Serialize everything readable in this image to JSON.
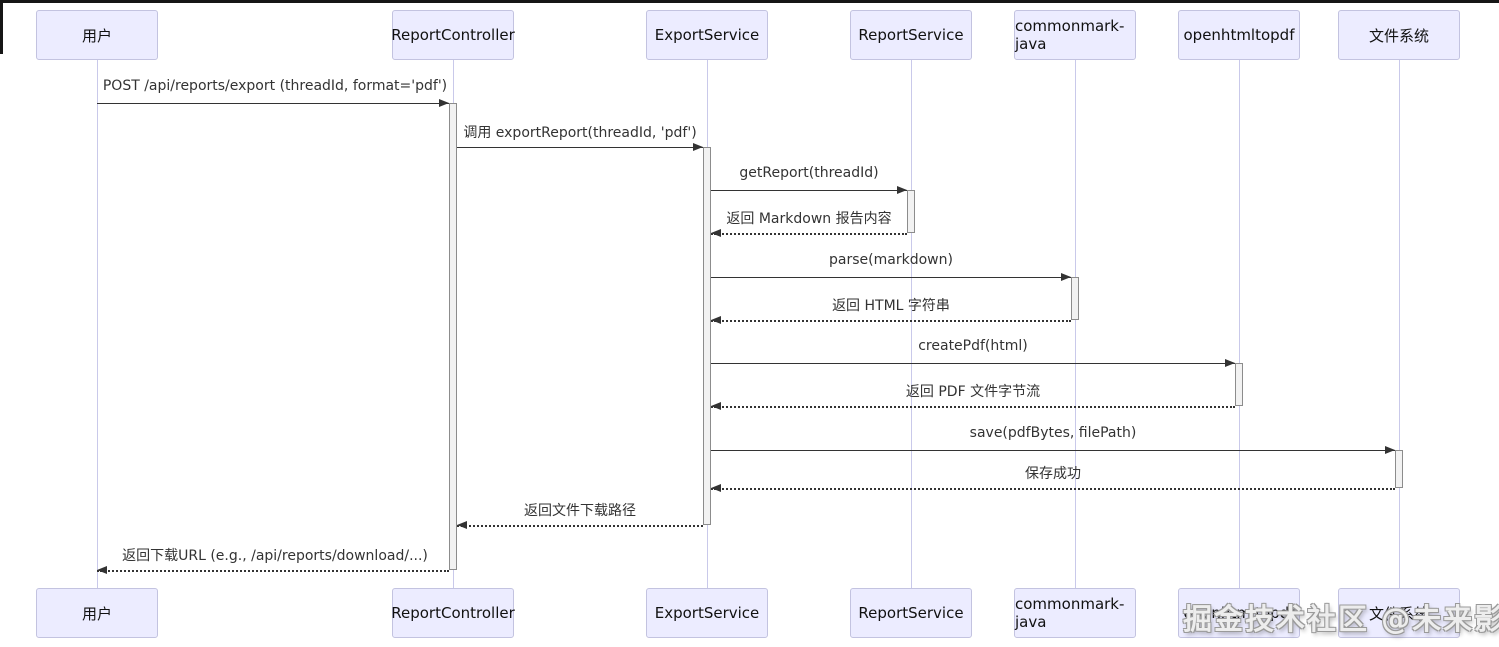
{
  "colors": {
    "participant_fill": "#ECECFF",
    "participant_border": "#C3C3E0",
    "lifeline": "#C9C9EA",
    "activation_fill": "#F2F2F2",
    "activation_border": "#8C8C8C",
    "message_line": "#333333",
    "message_text": "#333333",
    "top_edge": "#161616"
  },
  "diagram": {
    "type": "sequence-diagram",
    "participants": [
      {
        "id": "user",
        "label": "用户"
      },
      {
        "id": "report-controller",
        "label": "ReportController"
      },
      {
        "id": "export-service",
        "label": "ExportService"
      },
      {
        "id": "report-service",
        "label": "ReportService"
      },
      {
        "id": "commonmark-java",
        "label": "commonmark-java"
      },
      {
        "id": "openhtmltopdf",
        "label": "openhtmltopdf"
      },
      {
        "id": "file-system",
        "label": "文件系统"
      }
    ],
    "messages": [
      {
        "from": "user",
        "to": "report-controller",
        "label": "POST /api/reports/export (threadId, format='pdf')",
        "style": "solid"
      },
      {
        "from": "report-controller",
        "to": "export-service",
        "label": "调用 exportReport(threadId, 'pdf')",
        "style": "solid"
      },
      {
        "from": "export-service",
        "to": "report-service",
        "label": "getReport(threadId)",
        "style": "solid"
      },
      {
        "from": "report-service",
        "to": "export-service",
        "label": "返回 Markdown 报告内容",
        "style": "dashed"
      },
      {
        "from": "export-service",
        "to": "commonmark-java",
        "label": "parse(markdown)",
        "style": "solid"
      },
      {
        "from": "commonmark-java",
        "to": "export-service",
        "label": "返回 HTML 字符串",
        "style": "dashed"
      },
      {
        "from": "export-service",
        "to": "openhtmltopdf",
        "label": "createPdf(html)",
        "style": "solid"
      },
      {
        "from": "openhtmltopdf",
        "to": "export-service",
        "label": "返回 PDF 文件字节流",
        "style": "dashed"
      },
      {
        "from": "export-service",
        "to": "file-system",
        "label": "save(pdfBytes, filePath)",
        "style": "solid"
      },
      {
        "from": "file-system",
        "to": "export-service",
        "label": "保存成功",
        "style": "dashed"
      },
      {
        "from": "export-service",
        "to": "report-controller",
        "label": "返回文件下载路径",
        "style": "dashed"
      },
      {
        "from": "report-controller",
        "to": "user",
        "label": "返回下载URL (e.g., /api/reports/download/...)",
        "style": "dashed"
      }
    ]
  },
  "watermark": {
    "text": "掘金技术社区 @未来影子"
  }
}
